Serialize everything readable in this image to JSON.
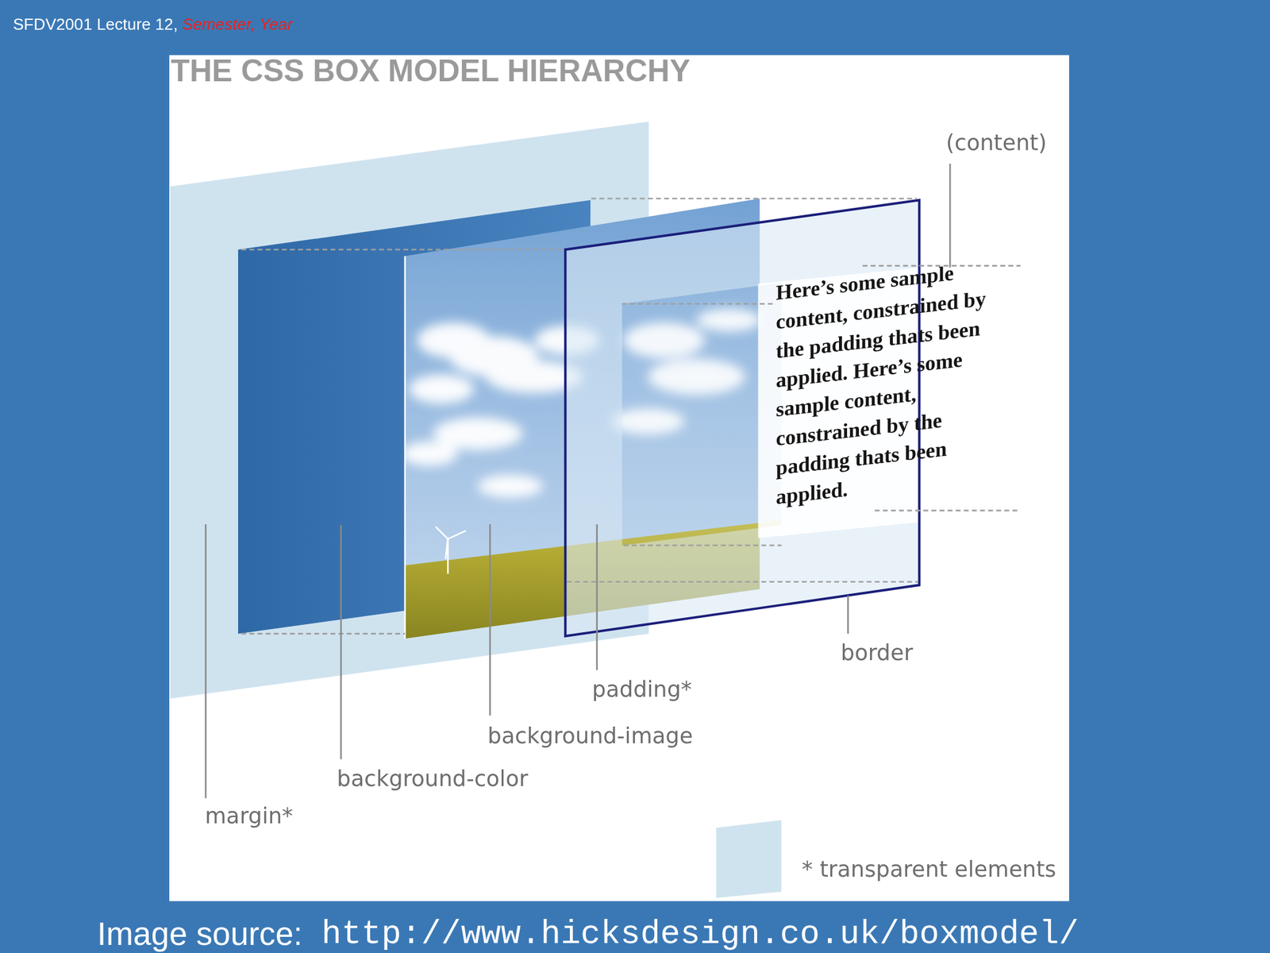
{
  "diagram": {
    "title": "THE CSS BOX MODEL HIERARCHY",
    "nodes": [
      {
        "text": [
          "Here’s some sample content, constrained by the padding thats been applied. Here’s some sample content, constrained by the padding thats been applied."
        ]
      }
    ],
    "labels": [
      "SFDV2001 Lecture 12,",
      "Semester, Year",
      "(content)",
      "border",
      "padding*",
      "background-image",
      "background-color",
      "margin*",
      "Image source:",
      "http://www.hicksdesign.co.uk/boxmodel/"
    ],
    "legend": [
      {
        "text": "* transparent elements",
        "color": "#cfe3ef"
      }
    ]
  }
}
